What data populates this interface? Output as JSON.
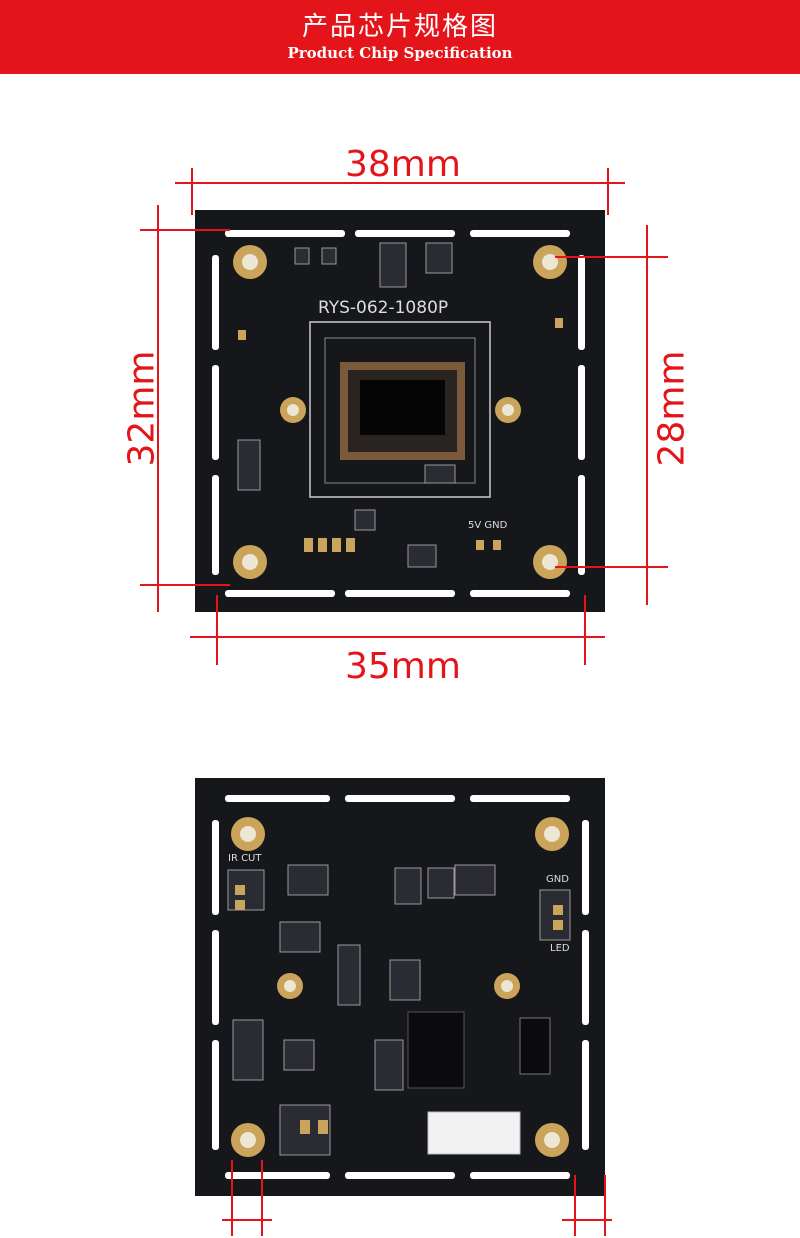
{
  "header": {
    "title": "产品芯片规格图",
    "subtitle": "Product Chip Specification"
  },
  "dimensions": {
    "top_width": "38mm",
    "bottom_width": "35mm",
    "left_height": "32mm",
    "right_height": "28mm"
  },
  "board_front": {
    "model": "RYS-062-1080P",
    "power_label": "5V GND"
  },
  "board_back": {
    "ircut_label": "IR CUT",
    "gnd_label": "GND",
    "led_label": "LED"
  },
  "colors": {
    "accent": "#e4141b",
    "pcb": "#16171b",
    "gold": "#c9a45a"
  }
}
